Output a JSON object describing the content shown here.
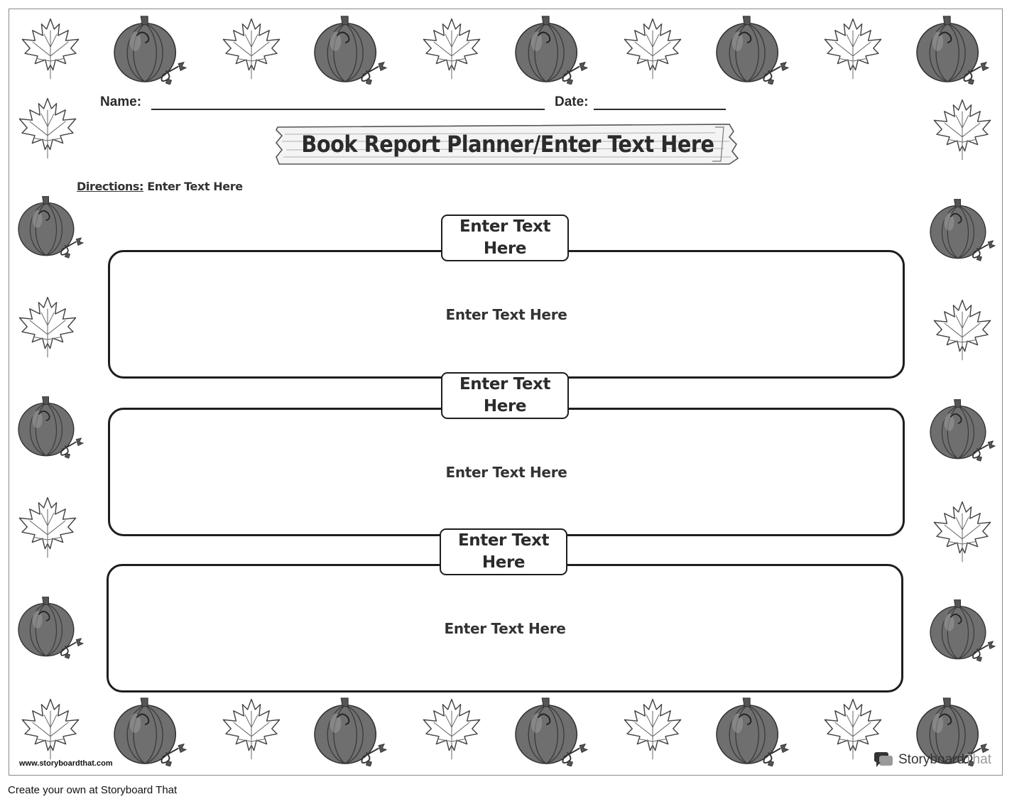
{
  "worksheet": {
    "name_label": "Name:",
    "date_label": "Date:",
    "title": "Book Report Planner/Enter Text Here",
    "directions_label": "Directions:",
    "directions_text": " Enter Text Here",
    "sections": [
      {
        "heading": "Enter Text Here",
        "body": "Enter Text Here"
      },
      {
        "heading": "Enter Text Here",
        "body": "Enter Text Here"
      },
      {
        "heading": "Enter Text Here",
        "body": "Enter Text Here"
      }
    ]
  },
  "branding": {
    "site_url": "www.storyboardthat.com",
    "logo_word_dark": "Storyboard",
    "logo_word_light": "That",
    "logo_icon": "speech-bubble-icon"
  },
  "footer": {
    "text": "Create your own at Storyboard That"
  },
  "decorations": {
    "leaf_icon": "maple-leaf-icon",
    "pumpkin_icon": "pumpkin-icon"
  },
  "colors": {
    "ink": "#1e1e1e",
    "pumpkin": "#6f6f6f",
    "background": "#ffffff"
  }
}
